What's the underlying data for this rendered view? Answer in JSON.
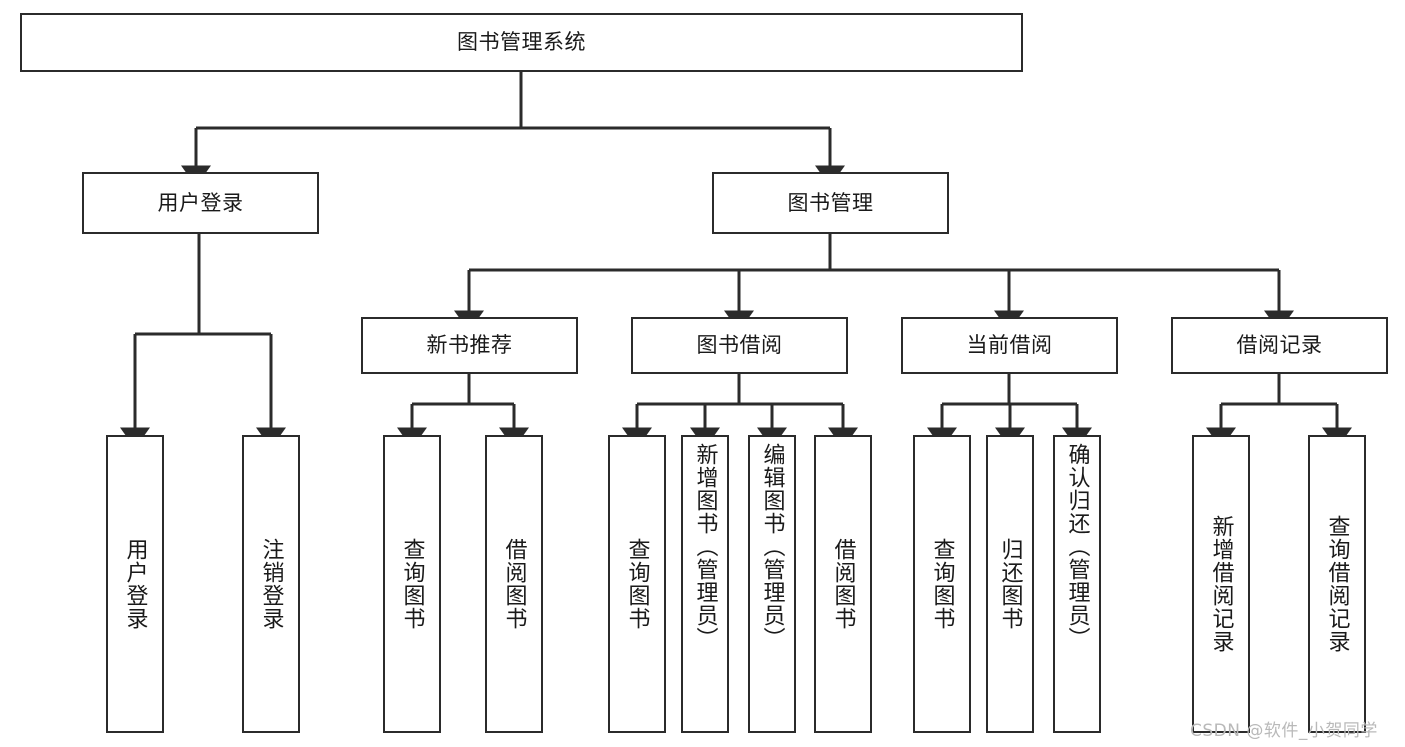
{
  "diagram": {
    "title": "图书管理系统",
    "type": "tree",
    "background": "#ffffff",
    "line_color": "#2b2b2b",
    "border_color": "#2b2b2b",
    "text_color": "#1a1a1a"
  },
  "nodes": {
    "root": {
      "label": "图书管理系统"
    },
    "level1": [
      {
        "id": "user_login",
        "label": "用户登录"
      },
      {
        "id": "book_manage",
        "label": "图书管理"
      }
    ],
    "level2": [
      {
        "id": "new_book_rec",
        "label": "新书推荐"
      },
      {
        "id": "book_borrow",
        "label": "图书借阅"
      },
      {
        "id": "current_borrow",
        "label": "当前借阅"
      },
      {
        "id": "borrow_record",
        "label": "借阅记录"
      }
    ],
    "leaves": {
      "user_login": [
        {
          "id": "leaf_user_login",
          "label": "用户登录"
        },
        {
          "id": "leaf_logout",
          "label": "注销登录"
        }
      ],
      "new_book_rec": [
        {
          "id": "leaf_query_book_1",
          "label": "查询图书"
        },
        {
          "id": "leaf_borrow_book_1",
          "label": "借阅图书"
        }
      ],
      "book_borrow": [
        {
          "id": "leaf_query_book_2",
          "label": "查询图书"
        },
        {
          "id": "leaf_add_book",
          "label": "新增图书（管理员）"
        },
        {
          "id": "leaf_edit_book",
          "label": "编辑图书（管理员）"
        },
        {
          "id": "leaf_borrow_book_2",
          "label": "借阅图书"
        }
      ],
      "current_borrow": [
        {
          "id": "leaf_query_book_3",
          "label": "查询图书"
        },
        {
          "id": "leaf_return_book",
          "label": "归还图书"
        },
        {
          "id": "leaf_confirm_return",
          "label": "确认归还（管理员）"
        }
      ],
      "borrow_record": [
        {
          "id": "leaf_add_record",
          "label": "新增借阅记录"
        },
        {
          "id": "leaf_query_record",
          "label": "查询借阅记录"
        }
      ]
    }
  },
  "watermark": {
    "text": "CSDN @软件_小贺同学",
    "color": "#b9b9b9"
  }
}
